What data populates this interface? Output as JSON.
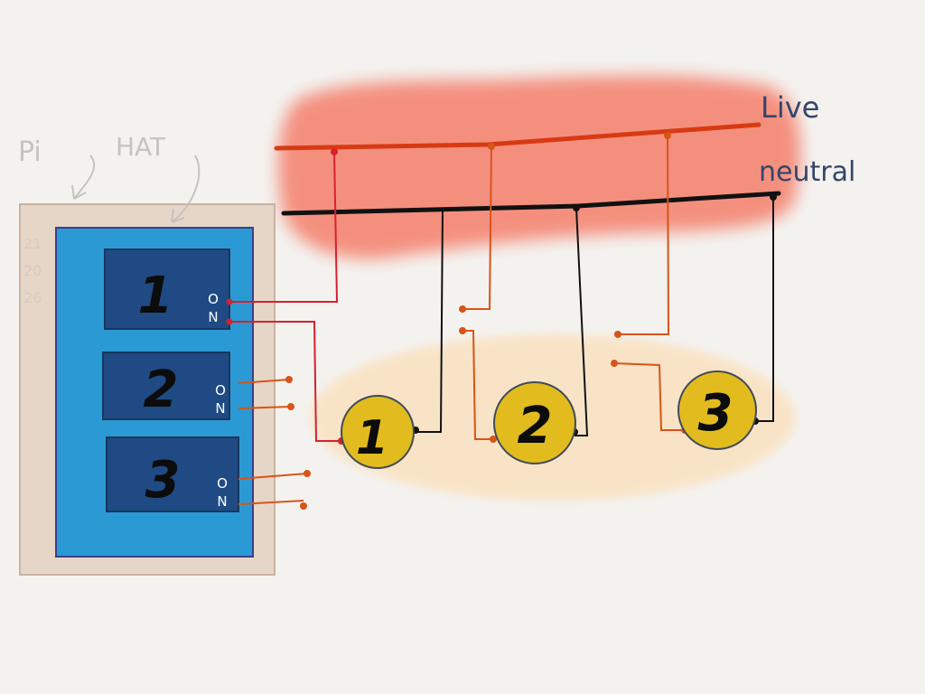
{
  "annotations": {
    "pi_label": "Pi",
    "hat_label": "HAT",
    "live_label": "Live",
    "neutral_label": "neutral",
    "pin_numbers": [
      "21",
      "20",
      "26"
    ]
  },
  "relays": [
    {
      "number": "1",
      "terminals": [
        "O",
        "N"
      ]
    },
    {
      "number": "2",
      "terminals": [
        "O",
        "N"
      ]
    },
    {
      "number": "3",
      "terminals": [
        "O",
        "N"
      ]
    }
  ],
  "lamps": [
    {
      "number": "1"
    },
    {
      "number": "2"
    },
    {
      "number": "3"
    }
  ],
  "colors": {
    "background": "#f4f2ef",
    "pi_board": "#e6d6c8",
    "hat_board": "#2b9ad4",
    "relay": "#1f4a84",
    "mains_band": "#f48a78",
    "lamp_zone": "#f9e2c2",
    "lamp_fill": "#e2bc1e",
    "live_wire": "#d73a12",
    "neutral_wire": "#111111",
    "switch_wire": "#d85418",
    "signal_wire": "#d8202c"
  }
}
